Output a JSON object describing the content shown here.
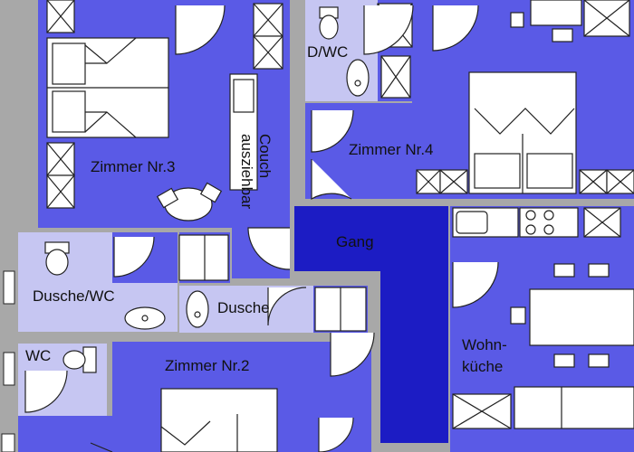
{
  "rooms": {
    "zimmer3": "Zimmer Nr.3",
    "couch": "Couch ausziehbar",
    "dwc": "D/WC",
    "zimmer4": "Zimmer Nr.4",
    "gang": "Gang",
    "dusche_wc": "Dusche/WC",
    "dusche": "Dusche",
    "wc": "WC",
    "zimmer2": "Zimmer Nr.2",
    "wohnkueche_line1": "Wohn-",
    "wohnkueche_line2": "küche"
  },
  "colors": {
    "wall": "#a8a8a8",
    "room_blue": "#5a5ae6",
    "bath_lavender": "#c6c6f2",
    "corridor": "#1c1cc4",
    "furniture": "#ffffff",
    "line": "#222222"
  }
}
